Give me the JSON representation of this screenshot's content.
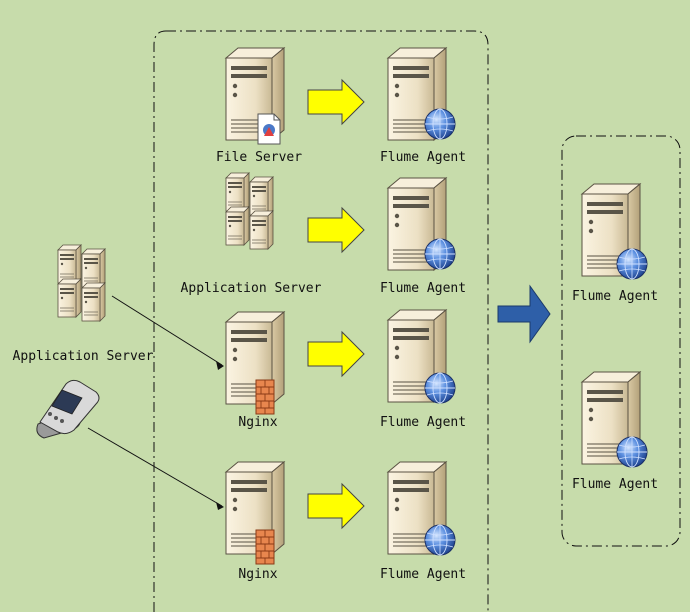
{
  "labels": {
    "file_server": "File Server",
    "app_server_inner": "Application Server",
    "app_server_left": "Application Server",
    "nginx": "Nginx",
    "flume_agent": "Flume Agent"
  },
  "colors": {
    "background": "#c7dcab",
    "forward_arrow": "#ffff00",
    "aggregate_arrow": "#2e5fa8",
    "server_body": "#efe3c8",
    "globe": "#3a6fc8"
  },
  "icons": [
    "server-icon",
    "globe-icon",
    "firewall-icon",
    "document-icon",
    "mobile-phone-icon"
  ]
}
